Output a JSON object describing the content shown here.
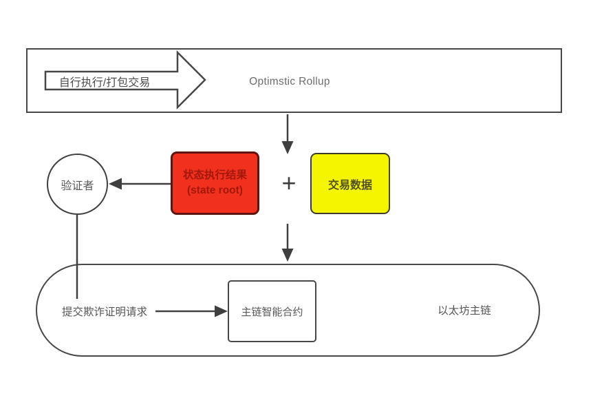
{
  "diagram_title": "Optimstic Rollup",
  "colors": {
    "line": "#3f3f3f",
    "box_border": "#474747",
    "red_box_bg": "#f2301e",
    "red_box_border": "#5e1410",
    "red_box_text": "#a2180c",
    "yellow_box_bg": "#f5f500",
    "yellow_box_border": "#3e3e28",
    "yellow_box_text": "#50501e",
    "gray_text": "#565656",
    "background": "#ffffff"
  },
  "rollup": {
    "packing_label": "自行执行/打包交易",
    "title": "Optimstic Rollup"
  },
  "batch": {
    "state_result_title": "状态执行结果",
    "state_result_subtitle": "(state root)",
    "plus_sign": "+",
    "transaction_data": "交易数据"
  },
  "validator": {
    "label": "验证者"
  },
  "mainchain": {
    "fraud_proof_label": "提交欺诈证明请求",
    "contract_label": "主链智能合约",
    "chain_label": "以太坊主链"
  }
}
